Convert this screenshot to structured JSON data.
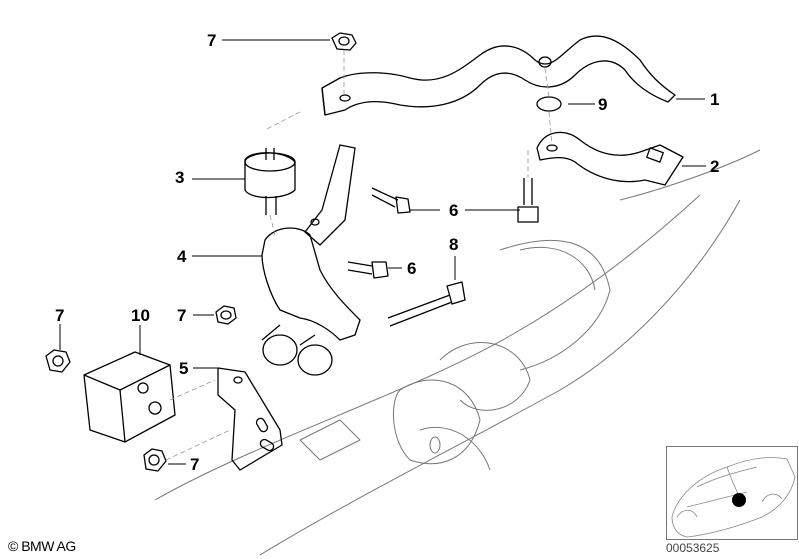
{
  "diagram": {
    "callouts": {
      "c1": "1",
      "c2": "2",
      "c3": "3",
      "c4": "4",
      "c5": "5",
      "c6a": "6",
      "c6b": "6",
      "c7a": "7",
      "c7b": "7",
      "c7c": "7",
      "c7d": "7",
      "c8": "8",
      "c9": "9",
      "c10": "10"
    },
    "copyright": "© BMW AG",
    "image_code": "00053625"
  }
}
